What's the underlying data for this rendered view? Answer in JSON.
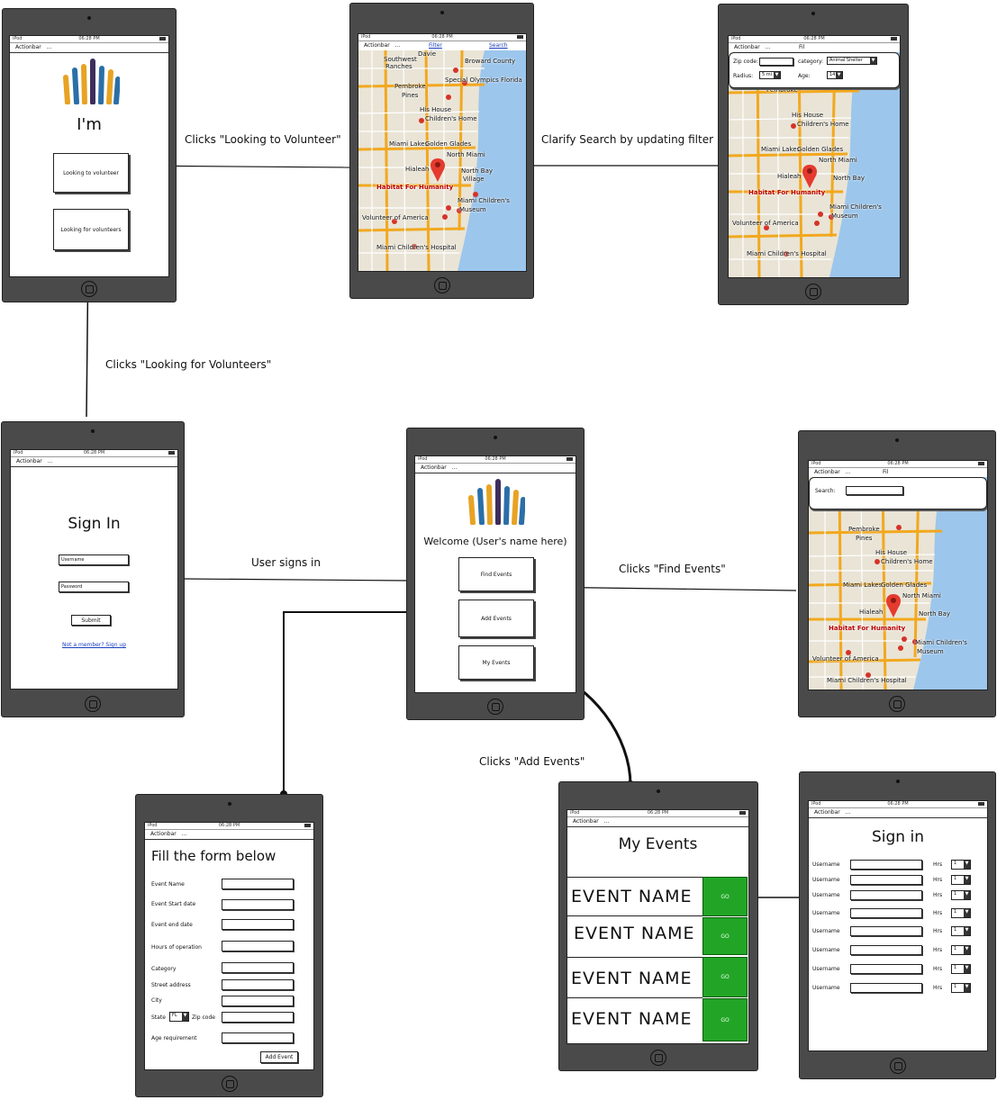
{
  "captions": {
    "looking_to_volunteer": "Clicks \"Looking to Volunteer\"",
    "clarify": "Clarify Search by updating filter",
    "looking_for_volunteers": "Clicks \"Looking for Volunteers\"",
    "user_signs_in": "User signs in",
    "find_events": "Clicks \"Find Events\"",
    "add_events": "Clicks \"Add Events\""
  },
  "device_common": {
    "carrier": "iPod",
    "time": "06:28 PM",
    "actionbar": "Actionbar",
    "actionbar_dots": "..."
  },
  "home": {
    "title": "I'm",
    "btn_volunteer": "Looking to volunteer",
    "btn_volunteers": "Looking for volunteers"
  },
  "map_search": {
    "filter": "Filter",
    "search": "Search"
  },
  "map_labels": {
    "davie": "Davie",
    "broward": "Broward County",
    "special": "Special Olympics Florida",
    "pembroke": "Pembroke",
    "pines": "Pines",
    "southwest": "Southwest",
    "ranches": "Ranches",
    "his_house": "His House",
    "childrens_home": "Children's Home",
    "golden_glades": "Golden Glades",
    "miami_lakes": "Miami Lakes",
    "north_miami": "North Miami",
    "hialeah": "Hialeah",
    "north_bay": "North Bay",
    "village": "Village",
    "habitat": "Habitat For Humanity",
    "miami_childrens": "Miami Children's",
    "museum": "Museum",
    "volunteer_america": "Volunteer of America",
    "hospital": "Miami Children's Hospital"
  },
  "filter_popup": {
    "zip_label": "Zip code:",
    "category_label": "category:",
    "category_value": "Animal Shelter",
    "radius_label": "Radius:",
    "radius_value": "5 mi",
    "age_label": "Age:",
    "age_value": "14",
    "tab_actionbar": "Actionbar",
    "tab_filter": "Fil"
  },
  "search_popup": {
    "search_label": "Search:",
    "tab_filter": "Fil"
  },
  "signin": {
    "title": "Sign In",
    "username_placeholder": "Username",
    "password_placeholder": "Password",
    "submit": "Submit",
    "signup_link": "Not a member? Sign up"
  },
  "welcome": {
    "title": "Welcome (User's name here)",
    "find_events": "Find Events",
    "add_events": "Add Events",
    "my_events": "My Events"
  },
  "form": {
    "title": "Fill the form below",
    "event_name": "Event Name",
    "start_date": "Event Start date",
    "end_date": "Event end date",
    "hours": "Hours of operation",
    "category": "Category",
    "street": "Street address",
    "city": "City",
    "state": "State",
    "state_value": "FL",
    "zip": "Zip code",
    "age": "Age requirement",
    "add_event": "Add Event"
  },
  "my_events": {
    "title": "My Events",
    "events": [
      "EVENT NAME",
      "EVENT NAME",
      "EVENT NAME",
      "EVENT NAME"
    ],
    "go": "GO"
  },
  "signin_list": {
    "title": "Sign in",
    "username_label": "Username",
    "hrs_label": "Hrs",
    "hrs_value": "1"
  }
}
